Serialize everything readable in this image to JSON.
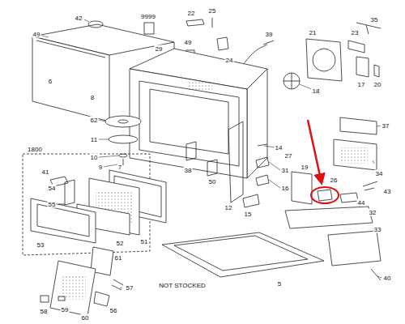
{
  "diagram": {
    "labels": [
      "42",
      "9999",
      "22",
      "25",
      "35",
      "49",
      "6",
      "29",
      "49",
      "24",
      "39",
      "21",
      "23",
      "17",
      "20",
      "18",
      "8",
      "62",
      "11",
      "10",
      "9",
      "41",
      "7",
      "37",
      "34",
      "38",
      "50",
      "12",
      "14",
      "27",
      "31",
      "16",
      "15",
      "43",
      "19",
      "26",
      "44",
      "32",
      "1800",
      "54",
      "55",
      "52",
      "51",
      "53",
      "61",
      "57",
      "56",
      "60",
      "59",
      "58",
      "NOT STOCKED",
      "5",
      "33",
      "40"
    ]
  }
}
